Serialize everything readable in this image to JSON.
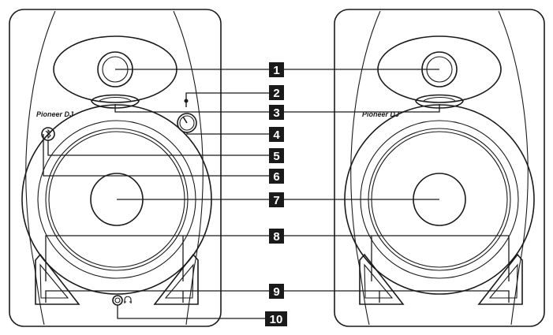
{
  "brand_label": "Pioneer DJ",
  "callouts": [
    "1",
    "2",
    "3",
    "4",
    "5",
    "6",
    "7",
    "8",
    "9",
    "10"
  ],
  "icons": {
    "bluetooth": "bluetooth-icon",
    "headphone": "headphone-icon"
  },
  "colors": {
    "line": "#1a1a1a",
    "background": "#ffffff",
    "badge_text": "#ffffff"
  }
}
